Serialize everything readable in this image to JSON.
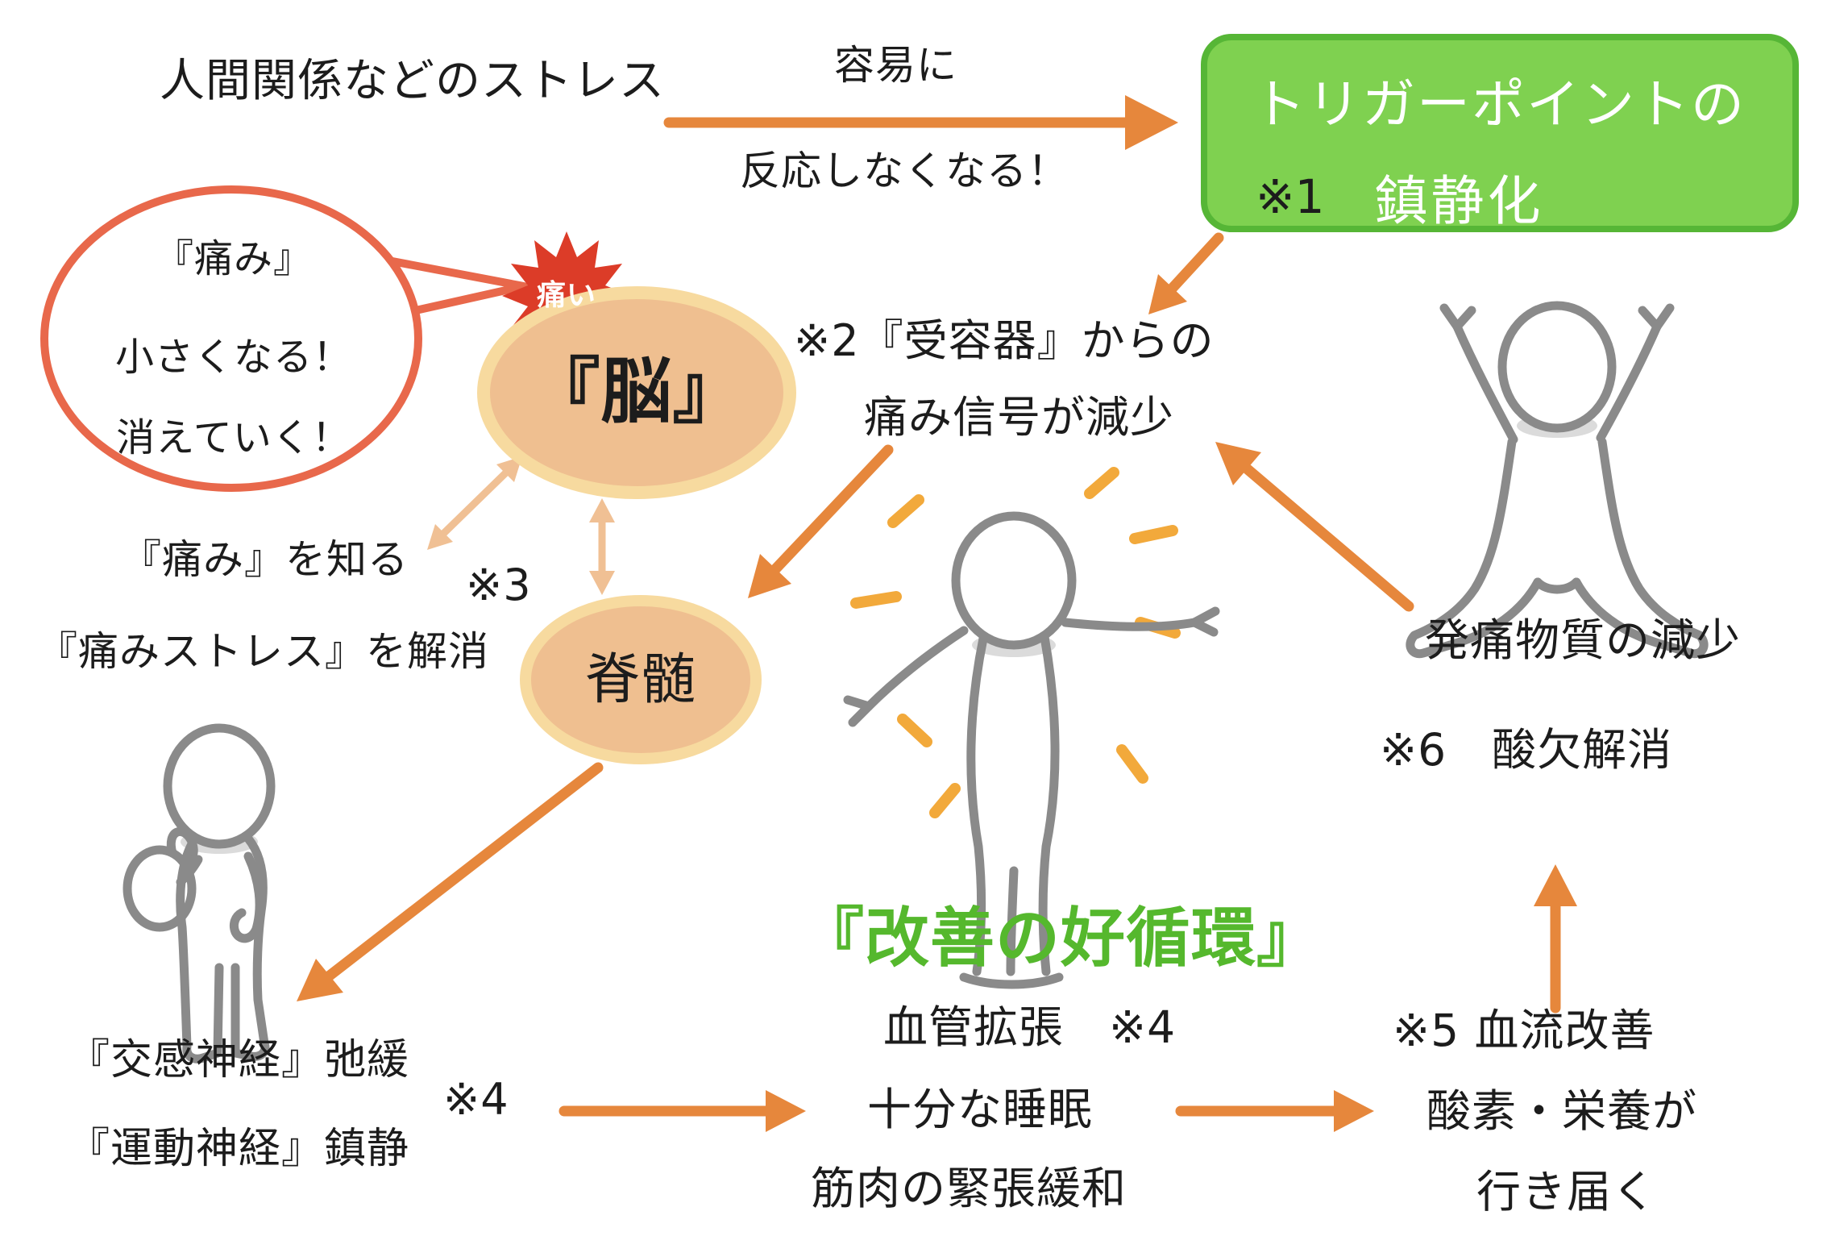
{
  "title": "改善の好循環の図",
  "colors": {
    "ink": "#1C1C1C",
    "accent_orange": "#E6873C",
    "tan_arrow": "#F0C094",
    "coral": "#E8684B",
    "red_burst": "#DC3C28",
    "node_fill": "#EFBF90",
    "node_border": "#F7DA9F",
    "green_box": "#7FD150",
    "green_border": "#56B636",
    "green_text": "#55B82D",
    "figure_gray": "#8A8A8A",
    "neck_shadow": "#DBDBDB",
    "sparkle_orange": "#F2A93B"
  },
  "top": {
    "stress": "人間関係などのストレス",
    "easily": "容易に",
    "no_react": "反応しなくなる！"
  },
  "trigger_box": {
    "line1": "トリガーポイントの",
    "ref": "※1",
    "line2": "鎮静化"
  },
  "speech_bubble": {
    "line1": "『痛み』",
    "line2": "小さくなる！",
    "line3": "消えていく！"
  },
  "pain_burst": "痛い",
  "brain": "『脳』",
  "receptor": {
    "line1": "※2『受容器』からの",
    "line2": "痛み信号が減少"
  },
  "left_side": {
    "know_pain": "『痛み』を知る",
    "ref3": "※3",
    "relieve_stress": "『痛みストレス』を解消"
  },
  "spine": "脊髄",
  "cycle_title": "『改善の好循環』",
  "right_side": {
    "pain_substance": "発痛物質の減少",
    "oxygen_relief": "※6　酸欠解消",
    "blood_flow": "※5 血流改善",
    "oxygen_nutrition": "酸素・栄養が",
    "deliver": "行き届く"
  },
  "bottom_left": {
    "sympathetic": "『交感神経』弛緩",
    "ref4": "※4",
    "motor": "『運動神経』鎮静"
  },
  "bottom_middle": {
    "vasodilation": "血管拡張　※4",
    "sleep": "十分な睡眠",
    "muscle_relax": "筋肉の緊張緩和"
  }
}
